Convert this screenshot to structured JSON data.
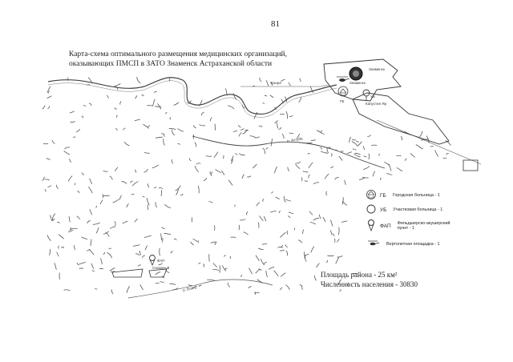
{
  "page_number": "81",
  "title": {
    "line1": "Карта-схема оптимального размещения медицинских организаций,",
    "line2": "оказывающих ПМСП в ЗАТО Знаменск Астраханской области"
  },
  "map_labels": {
    "city": "Знаменск",
    "city_inner": "Знаменск",
    "kapustin_yar": "Капустин Яр",
    "road_label": "Бахра",
    "river_label": "р. Ахтуба",
    "river_bottom": "р. Волга",
    "hospital_gb": "ГБ",
    "hospital_ub": "УБ",
    "fap": "ФАП",
    "fap_place": "Сахарный"
  },
  "legend": [
    {
      "icon": "hospital-icon",
      "abbr": "ГБ",
      "desc": "Городская больница - 1"
    },
    {
      "icon": "circle-icon",
      "abbr": "УБ",
      "desc": "Участковая больница - 1"
    },
    {
      "icon": "pin-icon",
      "abbr": "ФАП",
      "desc": "Фельдшерско-акушерский пункт - 1"
    },
    {
      "icon": "helicopter-icon",
      "abbr": "",
      "desc": "Вертолетная площадка - 1"
    }
  ],
  "area_info": {
    "area": "Площадь района - 25 км²",
    "population": "Численность населения - 30830"
  },
  "colors": {
    "line": "#333333",
    "river": "#444444"
  }
}
